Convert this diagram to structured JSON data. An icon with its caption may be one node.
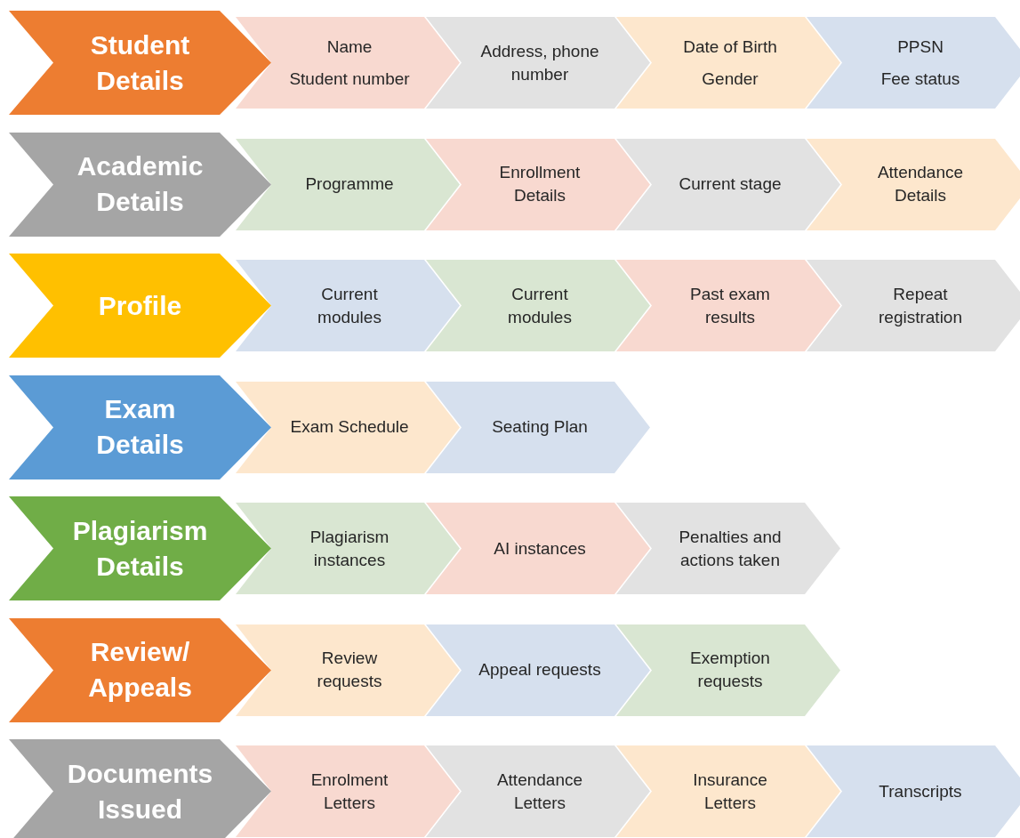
{
  "diagram": {
    "nodes": [
      {
        "text": [
          "Student Details"
        ]
      },
      {
        "text": [
          "Name",
          "Student number"
        ]
      },
      {
        "text": [
          "Address, phone number"
        ]
      },
      {
        "text": [
          "Date of Birth",
          "Gender"
        ]
      },
      {
        "text": [
          "PPSN",
          "Fee status"
        ]
      },
      {
        "text": [
          "Academic Details"
        ]
      },
      {
        "text": [
          "Programme"
        ]
      },
      {
        "text": [
          "Enrollment Details"
        ]
      },
      {
        "text": [
          "Current stage"
        ]
      },
      {
        "text": [
          "Attendance Details"
        ]
      },
      {
        "text": [
          "Profile"
        ]
      },
      {
        "text": [
          "Current modules"
        ]
      },
      {
        "text": [
          "Current modules"
        ]
      },
      {
        "text": [
          "Past exam results"
        ]
      },
      {
        "text": [
          "Repeat registration"
        ]
      },
      {
        "text": [
          "Exam Details"
        ]
      },
      {
        "text": [
          "Exam Schedule"
        ]
      },
      {
        "text": [
          "Seating Plan"
        ]
      },
      {
        "text": [
          "Plagiarism Details"
        ]
      },
      {
        "text": [
          "Plagiarism instances"
        ]
      },
      {
        "text": [
          "AI instances"
        ]
      },
      {
        "text": [
          "Penalties and actions taken"
        ]
      },
      {
        "text": [
          "Review/ Appeals"
        ]
      },
      {
        "text": [
          "Review requests"
        ]
      },
      {
        "text": [
          "Appeal requests"
        ]
      },
      {
        "text": [
          "Exemption requests"
        ]
      },
      {
        "text": [
          "Documents Issued"
        ]
      },
      {
        "text": [
          "Enrolment Letters"
        ]
      },
      {
        "text": [
          "Attendance Letters"
        ]
      },
      {
        "text": [
          "Insurance Letters"
        ]
      },
      {
        "text": [
          "Transcripts"
        ]
      }
    ]
  }
}
